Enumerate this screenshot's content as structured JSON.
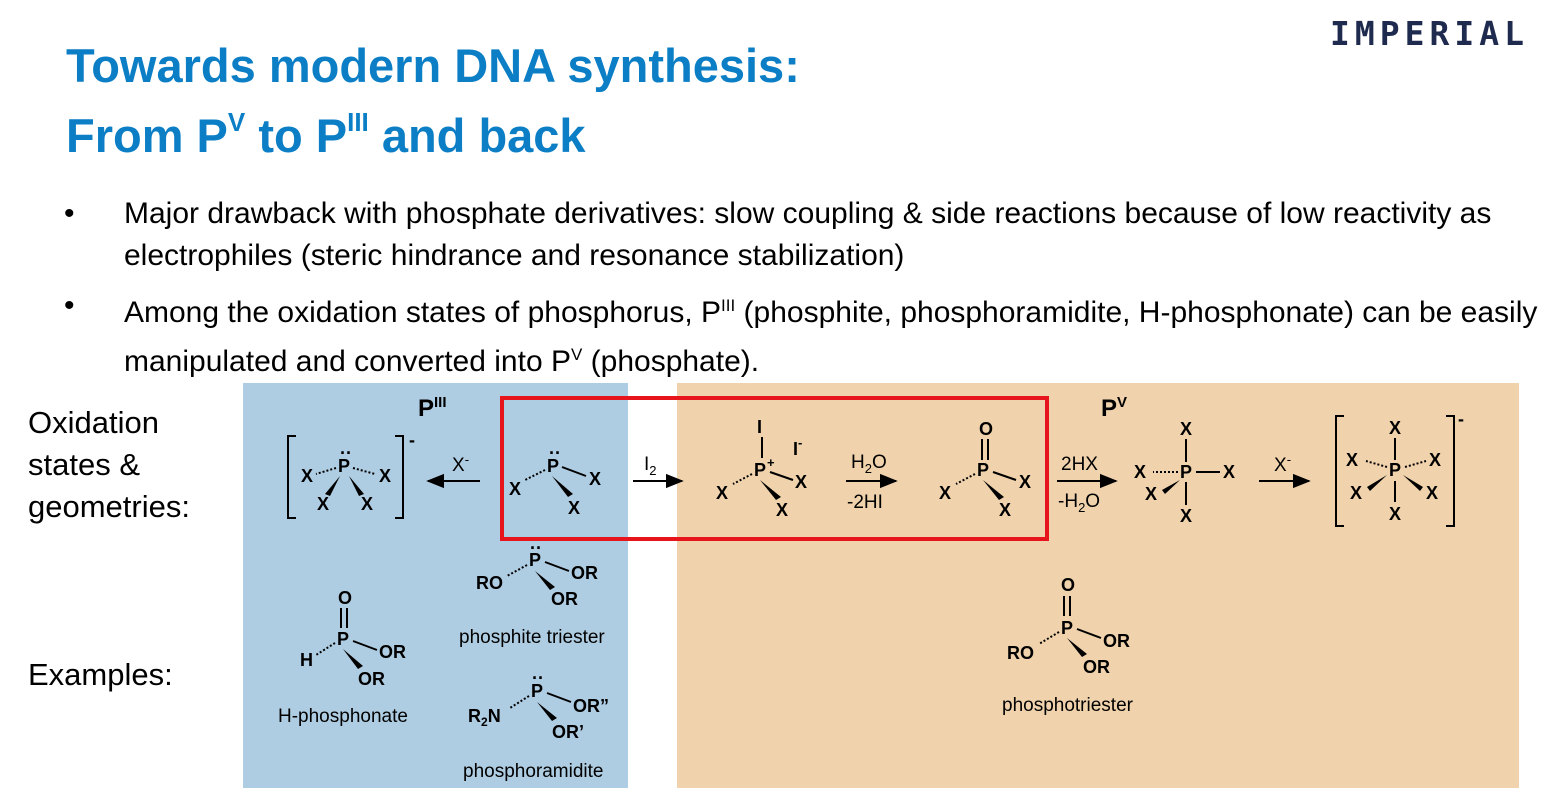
{
  "logo": "IMPERIAL",
  "title": {
    "line1": "Towards modern DNA synthesis:",
    "line2_pre": "From P",
    "line2_sup1": "V",
    "line2_mid": " to P",
    "line2_sup2": "III",
    "line2_post": " and back"
  },
  "bullets": [
    {
      "text": "Major drawback with phosphate derivatives: slow coupling & side reactions because of low reactivity as electrophiles (steric hindrance and resonance stabilization)"
    },
    {
      "pre": "Among the oxidation states of phosphorus, P",
      "sup1": "III",
      "mid": " (phosphite, phosphoramidite, H-phosphonate) can be easily manipulated and converted into P",
      "sup2": "V",
      "post": " (phosphate)."
    }
  ],
  "bullet_symbol": "•",
  "side_labels": {
    "oxidation_line1": "Oxidation",
    "oxidation_line2": "states &",
    "oxidation_line3": "geometries:",
    "examples": "Examples:"
  },
  "scheme": {
    "piii_head": "P",
    "piii_head_sup": "III",
    "pv_head": "P",
    "pv_head_sup": "V",
    "atom_X": "X",
    "atom_P": "P",
    "atom_O": "O",
    "atom_I": "I",
    "atom_H": "H",
    "lone_pair": "··",
    "charge_minus": "-",
    "charge_plus": "+",
    "iodide": "I",
    "r_xminus": "X",
    "r_i2": "I",
    "r_i2_sub": "2",
    "r_h2o": "H",
    "r_h2o_sub": "2",
    "r_h2o_post": "O",
    "r_2hi": "-2HI",
    "r_2hx": "2HX",
    "r_mh2o": "-H",
    "r_mh2o_sub": "2",
    "r_mh2o_post": "O",
    "sub_OR": "OR",
    "sub_RO": "RO",
    "sub_ORpp": "OR”",
    "sub_ORp": "OR’",
    "sub_R2N_R": "R",
    "sub_R2N_sub": "2",
    "sub_R2N_N": "N"
  },
  "examples": {
    "h_phosphonate": "H-phosphonate",
    "phosphite_triester": "phosphite triester",
    "phosphoramidite": "phosphoramidite",
    "phosphotriester": "phosphotriester"
  },
  "colors": {
    "title": "#0b7ec5",
    "logo": "#1f2a4f",
    "piii_region": "#afcde2",
    "pv_region": "#f0d3ac",
    "highlight_box": "#e8141b"
  }
}
